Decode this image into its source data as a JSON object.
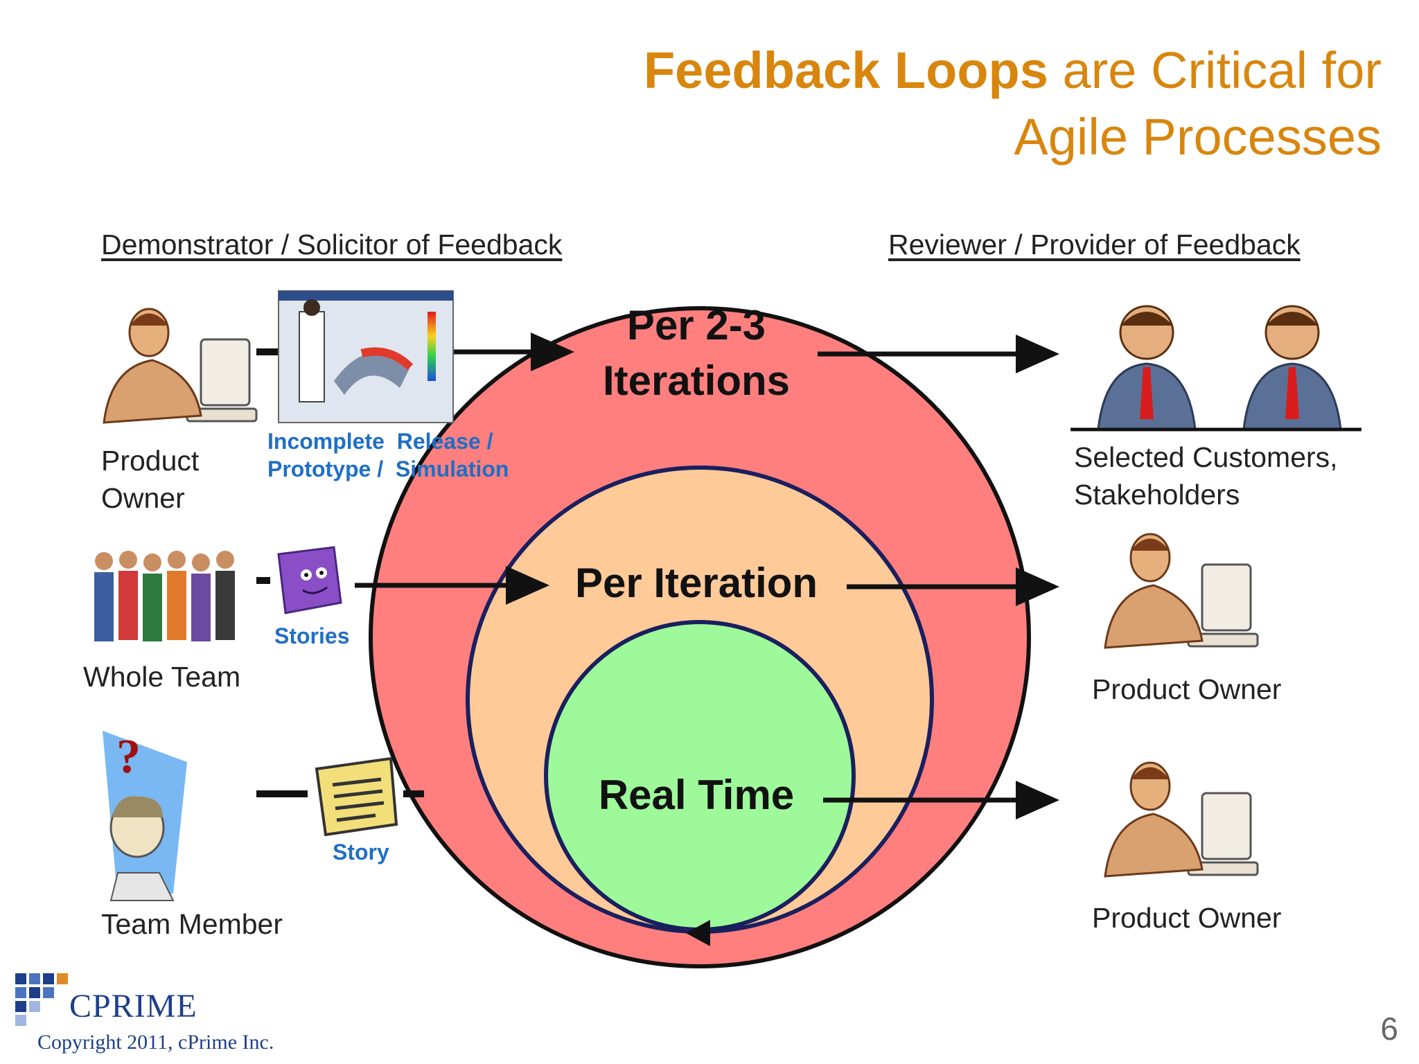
{
  "title": {
    "bold": "Feedback Loops",
    "rest_line1": " are Critical for",
    "line2": "Agile Processes"
  },
  "left_header": "Demonstrator / Solicitor of Feedback",
  "right_header": "Reviewer / Provider of Feedback",
  "loops": {
    "outer": {
      "label_line1": "Per 2-3",
      "label_line2": "Iterations",
      "color": "#ff7f7f"
    },
    "middle": {
      "label": "Per Iteration",
      "color": "#fdca98"
    },
    "inner": {
      "label": "Real Time",
      "color": "#9ef99a"
    }
  },
  "demonstrators": [
    {
      "label_line1": "Product",
      "label_line2": "Owner",
      "icon": "person-at-computer-icon"
    },
    {
      "label": "Whole Team",
      "icon": "team-group-icon"
    },
    {
      "label": "Team Member",
      "icon": "thinking-person-icon"
    }
  ],
  "artifacts": [
    {
      "label_line1": "Incomplete  Release /",
      "label_line2": "Prototype /  Simulation",
      "icon": "simulation-screenshot-icon"
    },
    {
      "label": "Stories",
      "icon": "purple-book-icon"
    },
    {
      "label": "Story",
      "icon": "sticky-note-icon"
    }
  ],
  "reviewers": [
    {
      "label_line1": "Selected Customers,",
      "label_line2": "Stakeholders",
      "icon": "businessmen-icon"
    },
    {
      "label": "Product Owner",
      "icon": "person-at-computer-icon"
    },
    {
      "label": "Product Owner",
      "icon": "person-at-computer-icon"
    }
  ],
  "footer": {
    "logo": "CPRIME",
    "copyright": "Copyright 2011, cPrime Inc.",
    "page_number": "6"
  }
}
